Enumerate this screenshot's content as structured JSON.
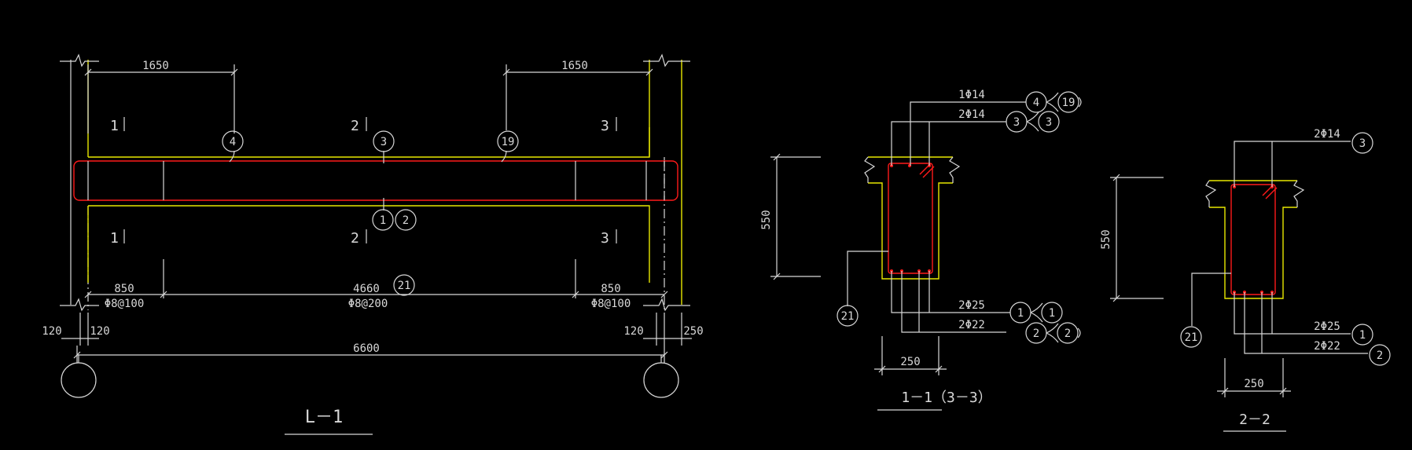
{
  "elevation": {
    "dims": {
      "top_left": "1650",
      "top_right": "1650",
      "bot_left": "850",
      "bot_mid": "4660",
      "bot_right": "850",
      "stir_left": "Φ8@100",
      "stir_mid": "Φ8@200",
      "stir_right": "Φ8@100",
      "support_left_a": "120",
      "support_left_b": "120",
      "support_right_a": "120",
      "support_right_b": "250",
      "total": "6600"
    },
    "bubbles": {
      "b4": "4",
      "b3": "3",
      "b19": "19",
      "b1": "1",
      "b2": "2",
      "b21": "21"
    },
    "section_marks": {
      "s1_top": "1",
      "s2_top": "2",
      "s3_top": "3",
      "s1_bot": "1",
      "s2_bot": "2",
      "s3_bot": "3"
    },
    "title": "L－1"
  },
  "section1": {
    "dim_height": "550",
    "dim_width": "250",
    "labels": {
      "top1": "1Φ14",
      "top2": "2Φ14",
      "bot1": "2Φ25",
      "bot2": "2Φ22"
    },
    "bubbles": {
      "t1a": "4",
      "t1b": "19",
      "t2a": "3",
      "t2b": "3",
      "b1a": "1",
      "b1b": "1",
      "b2a": "2",
      "b2b": "2",
      "stirrup": "21"
    },
    "title": "1－1（3－3）"
  },
  "section2": {
    "dim_height": "550",
    "dim_width": "250",
    "labels": {
      "top1": "2Φ14",
      "bot1": "2Φ25",
      "bot2": "2Φ22"
    },
    "bubbles": {
      "t1": "3",
      "b1": "1",
      "b2": "2",
      "stirrup": "21"
    },
    "title": "2－2"
  },
  "colors": {
    "line": "#d8d8d8",
    "concrete": "#e8e800",
    "rebar": "#ff1a1a",
    "background": "#000000"
  }
}
